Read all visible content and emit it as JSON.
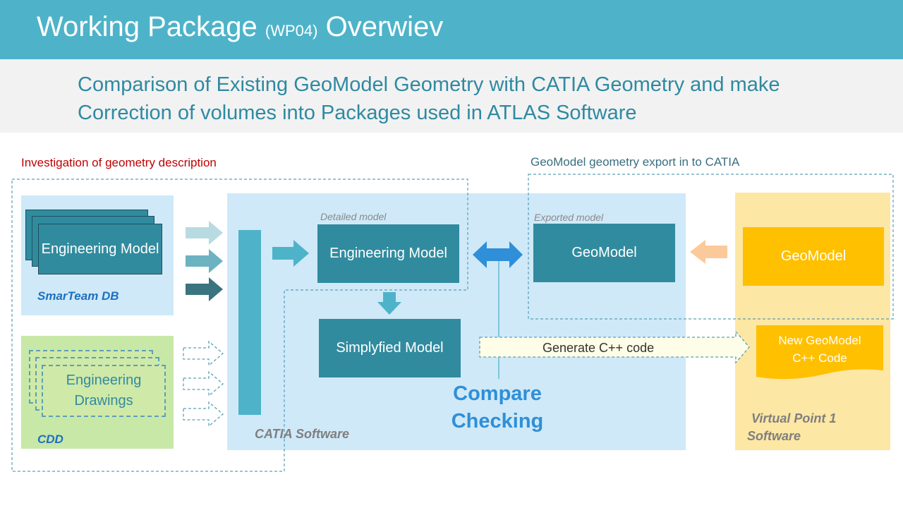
{
  "header": {
    "title_main": "Working Package",
    "title_code": "(WP04)",
    "title_end": "Overwiev"
  },
  "subtitle": "Comparison of Existing GeoModel Geometry with CATIA Geometry and make Correction of volumes into Packages used in ATLAS Software",
  "sections": {
    "investigation": "Investigation of geometry description",
    "export": "GeoModel geometry export in to CATIA"
  },
  "smarteam": {
    "box_label": "Engineering Model",
    "caption": "SmarTeam DB"
  },
  "cdd": {
    "box_label": "Engineering Drawings",
    "caption": "CDD"
  },
  "catia": {
    "caption": "CATIA Software",
    "detailed_caption": "Detailed model",
    "detailed_box": "Engineering Model",
    "simplified_box": "Simplyfied Model",
    "exported_caption": "Exported model",
    "exported_box": "GeoModel"
  },
  "compare": {
    "line1": "Compare",
    "line2": "Checking"
  },
  "generate": "Generate C++ code",
  "vp1": {
    "geomodel_box": "GeoModel",
    "code_box_line1": "New GeoModel",
    "code_box_line2": "C++ Code",
    "caption_line1": "Virtual Point 1",
    "caption_line2": "Software"
  },
  "colors": {
    "header": "#4eb3c9",
    "teal_box": "#318b9f",
    "gold_box": "#ffc000",
    "blue_panel": "#cfe9f8",
    "green_panel": "#c8e8a8",
    "yellow_panel": "#fde7a4"
  }
}
